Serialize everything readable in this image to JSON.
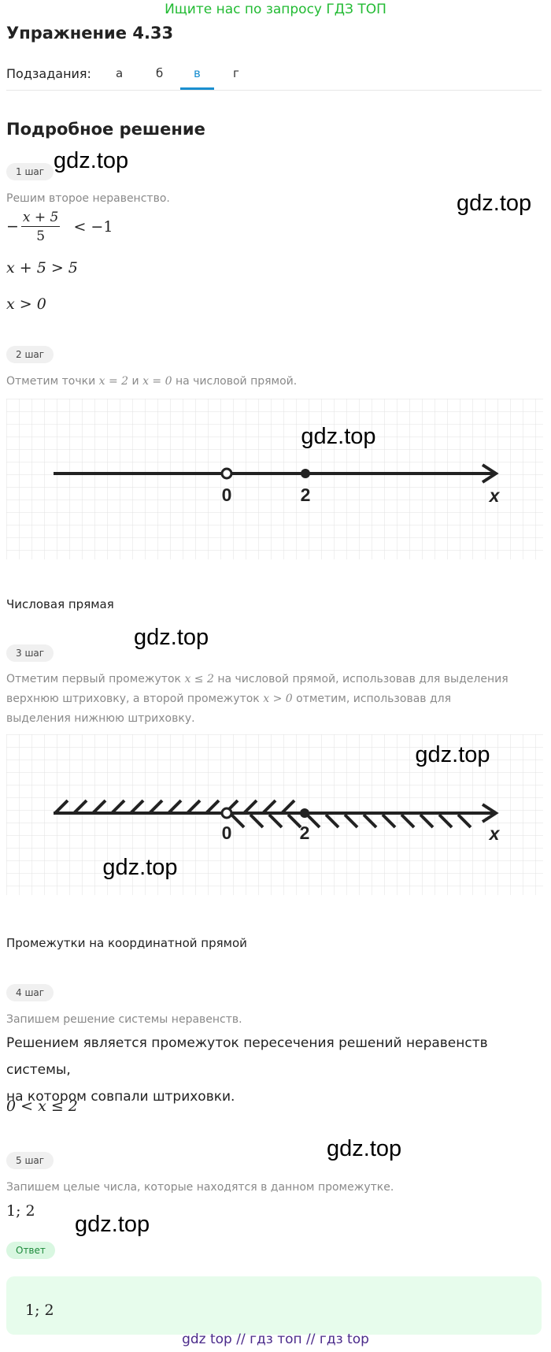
{
  "banner": "Ищите нас по запросу ГДЗ ТОП",
  "title": "Упражнение 4.33",
  "subtasks": {
    "label": "Подзадания:",
    "tabs": [
      "а",
      "б",
      "в",
      "г"
    ],
    "active": "в"
  },
  "section_title": "Подробное решение",
  "watermark": "gdz.top",
  "steps": {
    "s1": {
      "badge": "1 шаг",
      "text": "Решим второе неравенство.",
      "eq1": {
        "minus": "−",
        "num": "x + 5",
        "den": "5",
        "rhs": "< −1"
      },
      "eq2": "x + 5  >  5",
      "eq3": "x  >  0"
    },
    "s2": {
      "badge": "2 шаг",
      "text_a": "Отметим точки ",
      "m1": "x = 2",
      "text_b": " и ",
      "m2": "x = 0",
      "text_c": " на числовой прямой."
    },
    "fig1_caption": "Числовая прямая",
    "s3": {
      "badge": "3 шаг",
      "line1_a": "Отметим первый промежуток ",
      "line1_m": "x  ≤  2",
      "line1_b": " на числовой прямой, использовав для выделения",
      "line2_a": "верхнюю штриховку, а второй промежуток ",
      "line2_m": "x  >  0",
      "line2_b": " отметим, использовав для",
      "line3": "выделения нижнюю штриховку."
    },
    "fig2_caption": "Промежутки на координатной прямой",
    "s4": {
      "badge": "4 шаг",
      "text": "Запишем решение системы неравенств.",
      "body1": "Решением является промежуток пересечения решений неравенств системы,",
      "body2": "на котором совпали штриховки.",
      "result": "0  <  x  ≤  2"
    },
    "s5": {
      "badge": "5 шаг",
      "text": "Запишем целые числа, которые находятся в данном промежутке.",
      "result": "1;  2"
    }
  },
  "answer": {
    "badge": "Ответ",
    "value": "1;  2"
  },
  "number_line": {
    "point_a": "0",
    "point_b": "2",
    "axis": "x"
  },
  "footer": "gdz top  //  гдз топ  //  гдз top"
}
